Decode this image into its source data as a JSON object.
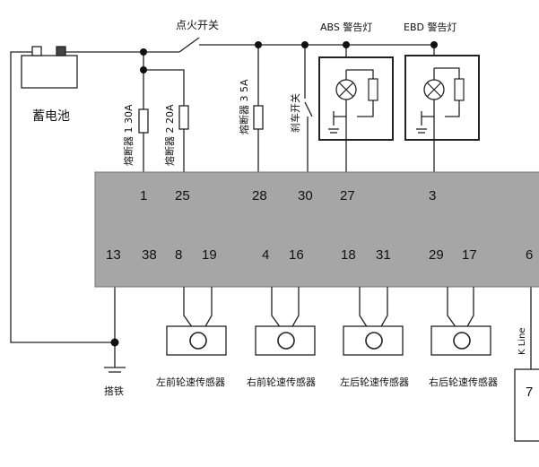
{
  "components": {
    "battery": "蓄电池",
    "ignition_switch": "点火开关",
    "fuse1": "熔断器 1 30A",
    "fuse2": "熔断器 2 20A",
    "fuse3": "熔断器 3 5A",
    "brake_switch": "刹车开关",
    "abs_lamp": "ABS 警告灯",
    "ebd_lamp": "EBD 警告灯",
    "ground": "搭铁",
    "k_line": "K Line",
    "k_line_pin": "7"
  },
  "pins_top": [
    "1",
    "25",
    "28",
    "30",
    "27",
    "3"
  ],
  "pins_bottom": [
    "13",
    "38",
    "8",
    "19",
    "4",
    "16",
    "18",
    "31",
    "29",
    "17",
    "6"
  ],
  "sensors": [
    "左前轮速传感器",
    "右前轮速传感器",
    "左后轮速传感器",
    "右后轮速传感器"
  ],
  "colors": {
    "ecu_fill": "#a6a6a6",
    "line": "#222222"
  }
}
